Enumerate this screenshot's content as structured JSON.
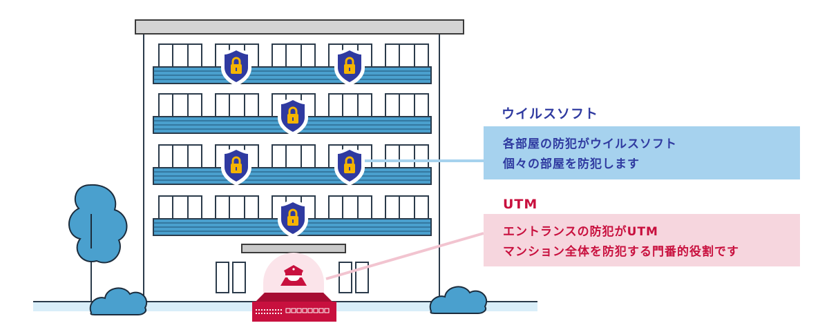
{
  "virus_software": {
    "heading": "ウイルスソフト",
    "line1": "各部屋の防犯がウイルスソフト",
    "line2": "個々の部屋を防犯します",
    "color": "#2f3aa0",
    "box_color": "#a6d2ee"
  },
  "utm": {
    "heading": "UTM",
    "line1": "エントランスの防犯がUTM",
    "line2": "マンション全体を防犯する門番的役割です",
    "color": "#c8103e",
    "box_color": "#f6d6de"
  },
  "icons": [
    "building-icon",
    "shield-lock-icon",
    "guard-icon",
    "utm-appliance-icon",
    "tree-icon",
    "bush-icon"
  ]
}
